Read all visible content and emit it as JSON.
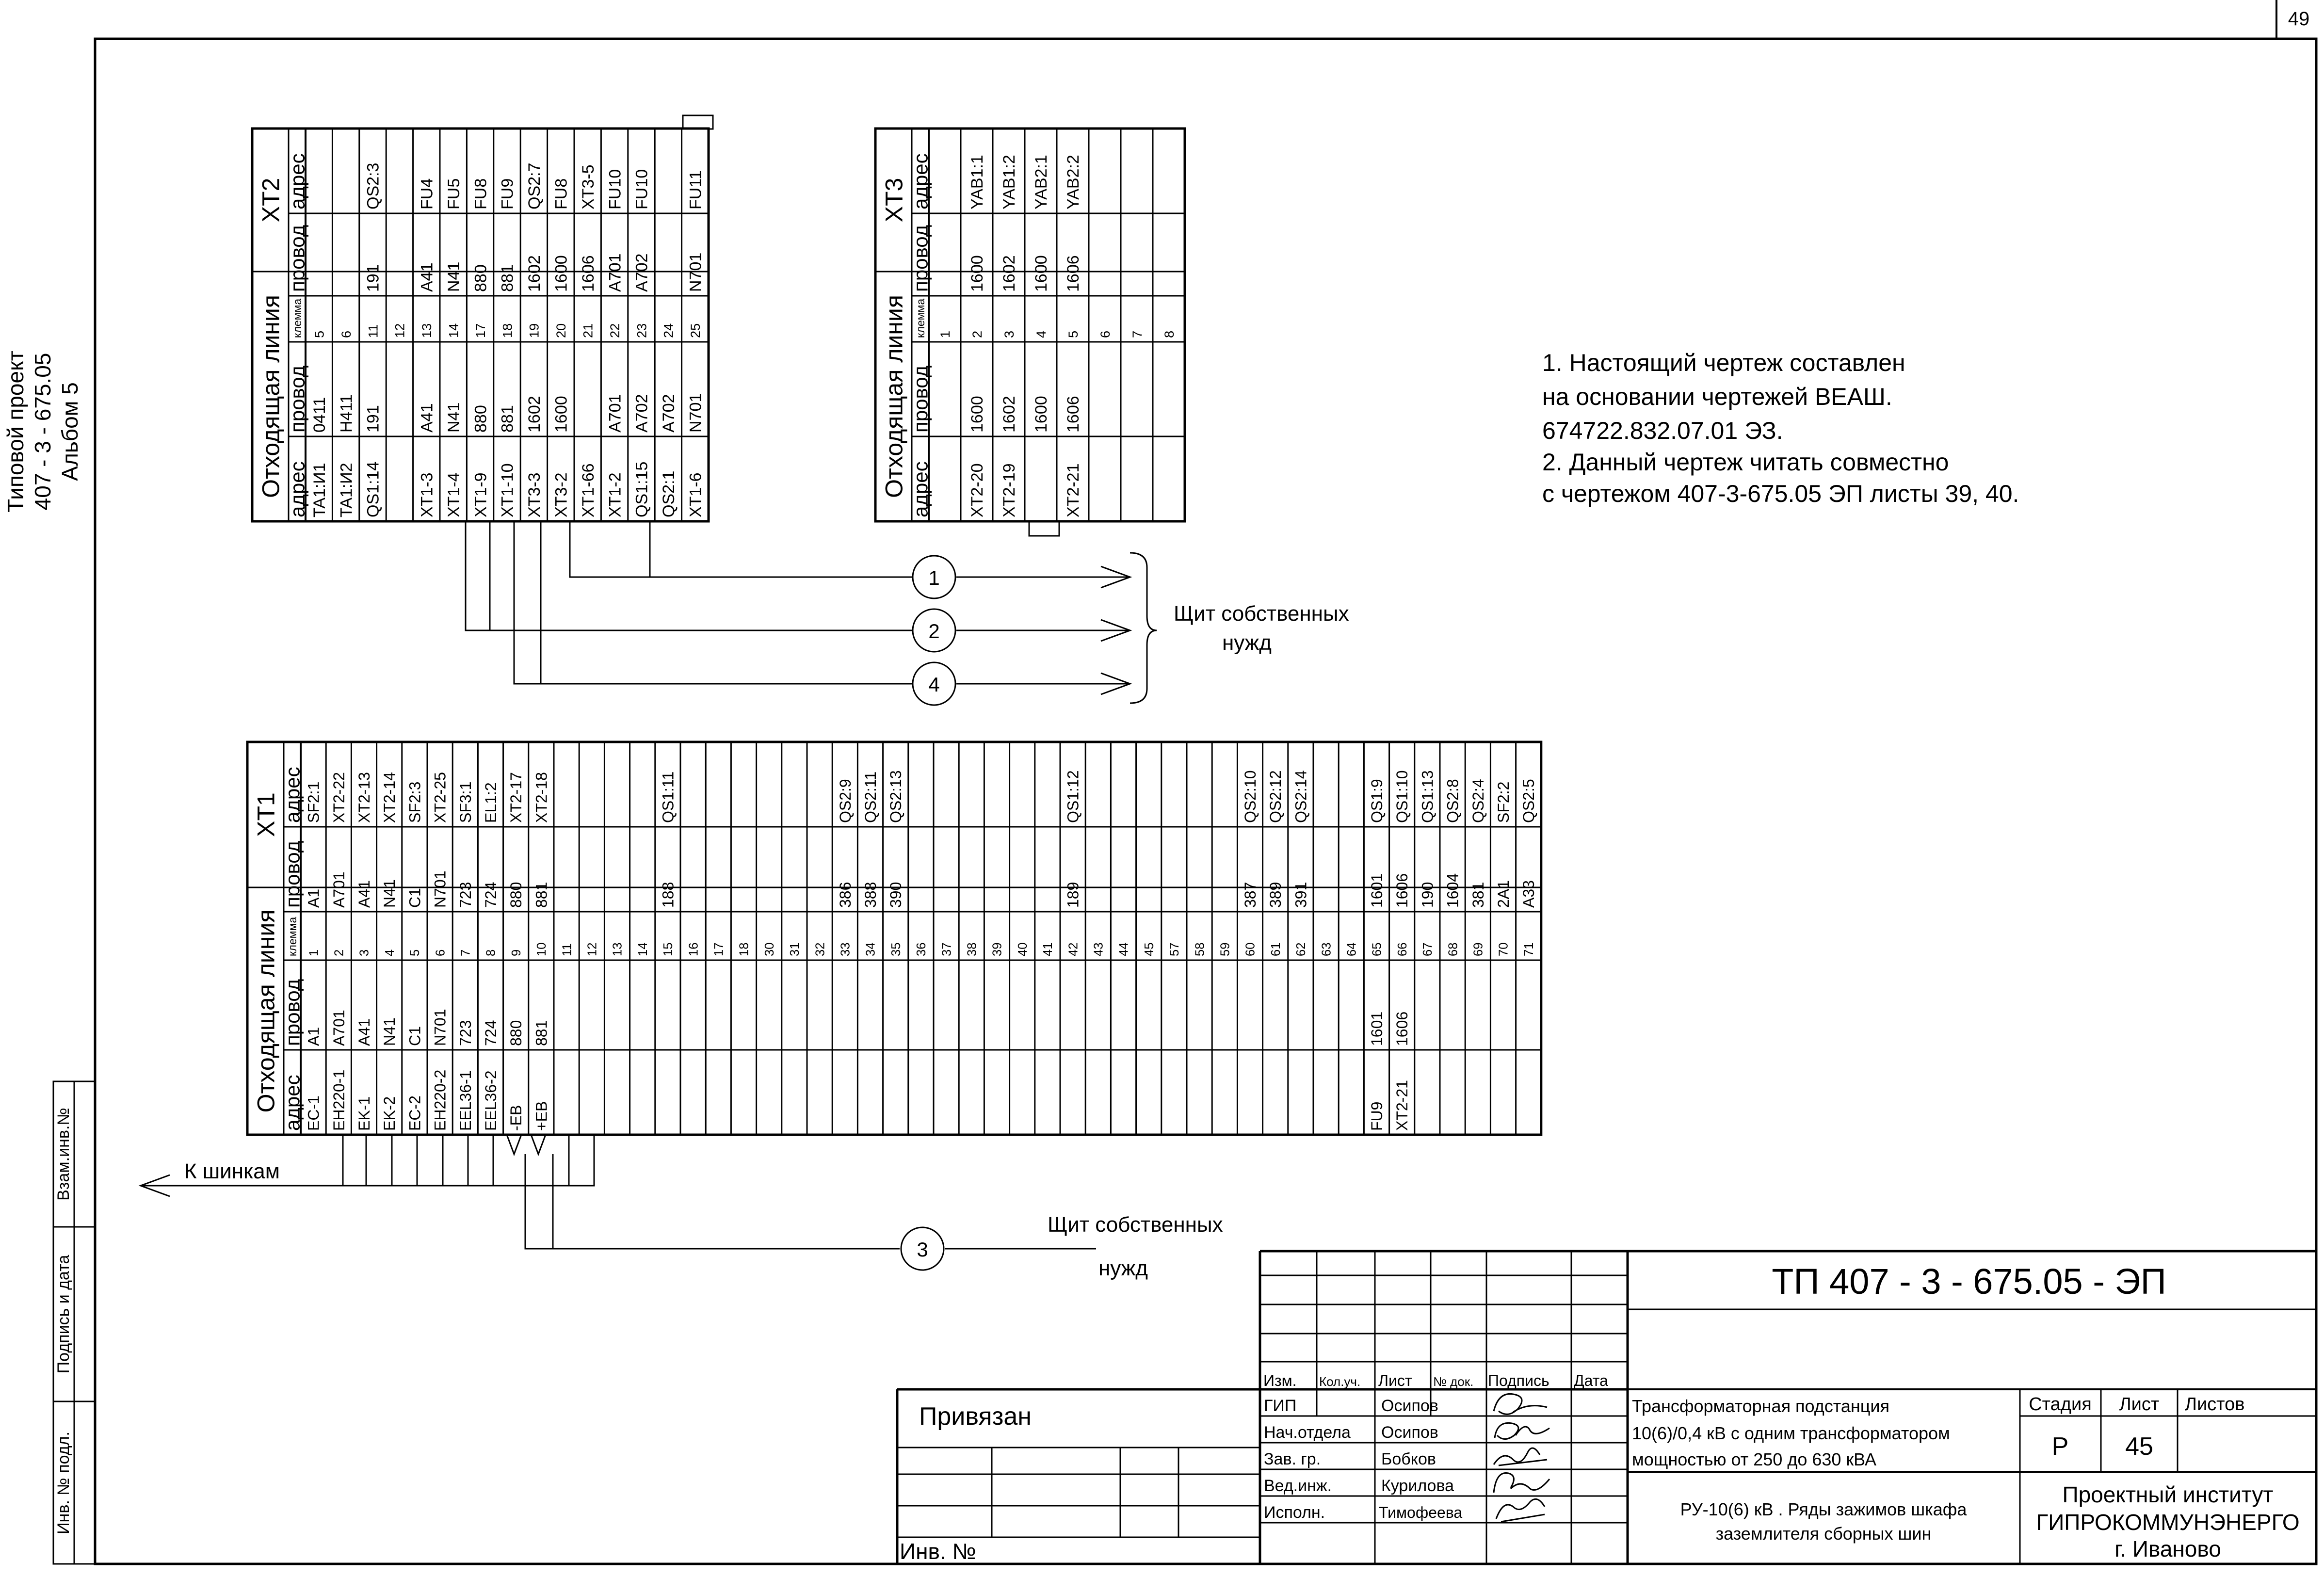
{
  "sheet_number": "49",
  "side_title": {
    "line1": "Типовой проект",
    "line2": "407 - 3 - 675.05",
    "line3": "Альбом  5"
  },
  "side_stamp": {
    "vzam": "Взам.инв.№",
    "podpis": "Подпись и дата",
    "inv": "Инв. № подл."
  },
  "common_headers": {
    "address": "адрес",
    "wire": "провод",
    "terminal": "клемма",
    "outgoing": "Отходящая линия"
  },
  "xt2": {
    "title": "XT2",
    "rows": [
      {
        "l_addr": "TA1:И1",
        "l_wire": "0411",
        "num": "5",
        "r_wire": "",
        "r_addr": ""
      },
      {
        "l_addr": "TA1:И2",
        "l_wire": "H411",
        "num": "6",
        "r_wire": "",
        "r_addr": ""
      },
      {
        "l_addr": "QS1:14",
        "l_wire": "191",
        "num": "11",
        "r_wire": "191",
        "r_addr": "QS2:3"
      },
      {
        "l_addr": "",
        "l_wire": "",
        "num": "12",
        "r_wire": "",
        "r_addr": ""
      },
      {
        "l_addr": "XT1-3",
        "l_wire": "A41",
        "num": "13",
        "r_wire": "A41",
        "r_addr": "FU4"
      },
      {
        "l_addr": "XT1-4",
        "l_wire": "N41",
        "num": "14",
        "r_wire": "N41",
        "r_addr": "FU5"
      },
      {
        "l_addr": "XT1-9",
        "l_wire": "880",
        "num": "17",
        "r_wire": "880",
        "r_addr": "FU8"
      },
      {
        "l_addr": "XT1-10",
        "l_wire": "881",
        "num": "18",
        "r_wire": "881",
        "r_addr": "FU9"
      },
      {
        "l_addr": "XT3-3",
        "l_wire": "1602",
        "num": "19",
        "r_wire": "1602",
        "r_addr": "QS2:7"
      },
      {
        "l_addr": "XT3-2",
        "l_wire": "1600",
        "num": "20",
        "r_wire": "1600",
        "r_addr": "FU8"
      },
      {
        "l_addr": "XT1-66",
        "l_wire": "",
        "num": "21",
        "r_wire": "1606",
        "r_addr": "XT3-5"
      },
      {
        "l_addr": "XT1-2",
        "l_wire": "A701",
        "num": "22",
        "r_wire": "A701",
        "r_addr": "FU10"
      },
      {
        "l_addr": "QS1:15",
        "l_wire": "A702",
        "num": "23",
        "r_wire": "A702",
        "r_addr": "FU10"
      },
      {
        "l_addr": "QS2:1",
        "l_wire": "A702",
        "num": "24",
        "r_wire": "",
        "r_addr": ""
      },
      {
        "l_addr": "XT1-6",
        "l_wire": "N701",
        "num": "25",
        "r_wire": "N701",
        "r_addr": "FU11"
      }
    ]
  },
  "xt3": {
    "title": "XT3",
    "rows": [
      {
        "l_addr": "",
        "l_wire": "",
        "num": "1",
        "r_wire": "",
        "r_addr": ""
      },
      {
        "l_addr": "XT2-20",
        "l_wire": "1600",
        "num": "2",
        "r_wire": "1600",
        "r_addr": "YAB1:1"
      },
      {
        "l_addr": "XT2-19",
        "l_wire": "1602",
        "num": "3",
        "r_wire": "1602",
        "r_addr": "YAB1:2"
      },
      {
        "l_addr": "",
        "l_wire": "1600",
        "num": "4",
        "r_wire": "1600",
        "r_addr": "YAB2:1"
      },
      {
        "l_addr": "XT2-21",
        "l_wire": "1606",
        "num": "5",
        "r_wire": "1606",
        "r_addr": "YAB2:2"
      },
      {
        "l_addr": "",
        "l_wire": "",
        "num": "6",
        "r_wire": "",
        "r_addr": ""
      },
      {
        "l_addr": "",
        "l_wire": "",
        "num": "7",
        "r_wire": "",
        "r_addr": ""
      },
      {
        "l_addr": "",
        "l_wire": "",
        "num": "8",
        "r_wire": "",
        "r_addr": ""
      }
    ]
  },
  "xt1": {
    "title": "XT1",
    "rows": [
      {
        "l_addr": "EC-1",
        "l_wire": "A1",
        "num": "1",
        "r_wire": "A1",
        "r_addr": "SF2:1"
      },
      {
        "l_addr": "EH220-1",
        "l_wire": "A701",
        "num": "2",
        "r_wire": "A701",
        "r_addr": "XT2-22"
      },
      {
        "l_addr": "EK-1",
        "l_wire": "A41",
        "num": "3",
        "r_wire": "A41",
        "r_addr": "XT2-13"
      },
      {
        "l_addr": "EK-2",
        "l_wire": "N41",
        "num": "4",
        "r_wire": "N41",
        "r_addr": "XT2-14"
      },
      {
        "l_addr": "EC-2",
        "l_wire": "C1",
        "num": "5",
        "r_wire": "C1",
        "r_addr": "SF2:3"
      },
      {
        "l_addr": "EH220-2",
        "l_wire": "N701",
        "num": "6",
        "r_wire": "N701",
        "r_addr": "XT2-25"
      },
      {
        "l_addr": "EEL36-1",
        "l_wire": "723",
        "num": "7",
        "r_wire": "723",
        "r_addr": "SF3:1"
      },
      {
        "l_addr": "EEL36-2",
        "l_wire": "724",
        "num": "8",
        "r_wire": "724",
        "r_addr": "EL1:2"
      },
      {
        "l_addr": "-EB",
        "l_wire": "880",
        "num": "9",
        "r_wire": "880",
        "r_addr": "XT2-17"
      },
      {
        "l_addr": "+EB",
        "l_wire": "881",
        "num": "10",
        "r_wire": "881",
        "r_addr": "XT2-18"
      },
      {
        "l_addr": "",
        "l_wire": "",
        "num": "11",
        "r_wire": "",
        "r_addr": ""
      },
      {
        "l_addr": "",
        "l_wire": "",
        "num": "12",
        "r_wire": "",
        "r_addr": ""
      },
      {
        "l_addr": "",
        "l_wire": "",
        "num": "13",
        "r_wire": "",
        "r_addr": ""
      },
      {
        "l_addr": "",
        "l_wire": "",
        "num": "14",
        "r_wire": "",
        "r_addr": ""
      },
      {
        "l_addr": "",
        "l_wire": "",
        "num": "15",
        "r_wire": "188",
        "r_addr": "QS1:11"
      },
      {
        "l_addr": "",
        "l_wire": "",
        "num": "16",
        "r_wire": "",
        "r_addr": ""
      },
      {
        "l_addr": "",
        "l_wire": "",
        "num": "17",
        "r_wire": "",
        "r_addr": ""
      },
      {
        "l_addr": "",
        "l_wire": "",
        "num": "18",
        "r_wire": "",
        "r_addr": ""
      },
      {
        "l_addr": "",
        "l_wire": "",
        "num": "30",
        "r_wire": "",
        "r_addr": ""
      },
      {
        "l_addr": "",
        "l_wire": "",
        "num": "31",
        "r_wire": "",
        "r_addr": ""
      },
      {
        "l_addr": "",
        "l_wire": "",
        "num": "32",
        "r_wire": "",
        "r_addr": ""
      },
      {
        "l_addr": "",
        "l_wire": "",
        "num": "33",
        "r_wire": "386",
        "r_addr": "QS2:9"
      },
      {
        "l_addr": "",
        "l_wire": "",
        "num": "34",
        "r_wire": "388",
        "r_addr": "QS2:11"
      },
      {
        "l_addr": "",
        "l_wire": "",
        "num": "35",
        "r_wire": "390",
        "r_addr": "QS2:13"
      },
      {
        "l_addr": "",
        "l_wire": "",
        "num": "36",
        "r_wire": "",
        "r_addr": ""
      },
      {
        "l_addr": "",
        "l_wire": "",
        "num": "37",
        "r_wire": "",
        "r_addr": ""
      },
      {
        "l_addr": "",
        "l_wire": "",
        "num": "38",
        "r_wire": "",
        "r_addr": ""
      },
      {
        "l_addr": "",
        "l_wire": "",
        "num": "39",
        "r_wire": "",
        "r_addr": ""
      },
      {
        "l_addr": "",
        "l_wire": "",
        "num": "40",
        "r_wire": "",
        "r_addr": ""
      },
      {
        "l_addr": "",
        "l_wire": "",
        "num": "41",
        "r_wire": "",
        "r_addr": ""
      },
      {
        "l_addr": "",
        "l_wire": "",
        "num": "42",
        "r_wire": "189",
        "r_addr": "QS1:12"
      },
      {
        "l_addr": "",
        "l_wire": "",
        "num": "43",
        "r_wire": "",
        "r_addr": ""
      },
      {
        "l_addr": "",
        "l_wire": "",
        "num": "44",
        "r_wire": "",
        "r_addr": ""
      },
      {
        "l_addr": "",
        "l_wire": "",
        "num": "45",
        "r_wire": "",
        "r_addr": ""
      },
      {
        "l_addr": "",
        "l_wire": "",
        "num": "57",
        "r_wire": "",
        "r_addr": ""
      },
      {
        "l_addr": "",
        "l_wire": "",
        "num": "58",
        "r_wire": "",
        "r_addr": ""
      },
      {
        "l_addr": "",
        "l_wire": "",
        "num": "59",
        "r_wire": "",
        "r_addr": ""
      },
      {
        "l_addr": "",
        "l_wire": "",
        "num": "60",
        "r_wire": "387",
        "r_addr": "QS2:10"
      },
      {
        "l_addr": "",
        "l_wire": "",
        "num": "61",
        "r_wire": "389",
        "r_addr": "QS2:12"
      },
      {
        "l_addr": "",
        "l_wire": "",
        "num": "62",
        "r_wire": "391",
        "r_addr": "QS2:14"
      },
      {
        "l_addr": "",
        "l_wire": "",
        "num": "63",
        "r_wire": "",
        "r_addr": ""
      },
      {
        "l_addr": "",
        "l_wire": "",
        "num": "64",
        "r_wire": "",
        "r_addr": ""
      },
      {
        "l_addr": "FU9",
        "l_wire": "1601",
        "num": "65",
        "r_wire": "1601",
        "r_addr": "QS1:9"
      },
      {
        "l_addr": "XT2-21",
        "l_wire": "1606",
        "num": "66",
        "r_wire": "1606",
        "r_addr": "QS1:10"
      },
      {
        "l_addr": "",
        "l_wire": "",
        "num": "67",
        "r_wire": "190",
        "r_addr": "QS1:13"
      },
      {
        "l_addr": "",
        "l_wire": "",
        "num": "68",
        "r_wire": "1604",
        "r_addr": "QS2:8"
      },
      {
        "l_addr": "",
        "l_wire": "",
        "num": "69",
        "r_wire": "381",
        "r_addr": "QS2:4"
      },
      {
        "l_addr": "",
        "l_wire": "",
        "num": "70",
        "r_wire": "2A1",
        "r_addr": "SF2:2"
      },
      {
        "l_addr": "",
        "l_wire": "",
        "num": "71",
        "r_wire": "A33",
        "r_addr": "QS2:5"
      }
    ]
  },
  "circles": [
    "1",
    "2",
    "4",
    "3"
  ],
  "labels": {
    "shchit_top1": "Щит собственных",
    "shchit_top2": "нужд",
    "shchit_bot1": "Щит собственных",
    "shchit_bot2": "нужд",
    "k_shinkam": "К шинкам"
  },
  "notes": [
    "1. Настоящий чертеж составлен",
    "на основании чертежей ВЕАШ.",
    "674722.832.07.01 ЭЗ.",
    "2. Данный чертеж читать совместно",
    "с чертежом 407-3-675.05 ЭП листы 39, 40."
  ],
  "title_block": {
    "code": "ТП  407 - 3 - 675.05 - ЭП",
    "privyazan": "Привязан",
    "inv_no": "Инв. №",
    "hdr": [
      "Изм.",
      "Кол.уч.",
      "Лист",
      "№ док.",
      "Подпись",
      "Дата"
    ],
    "roles": [
      "ГИП",
      "Нач.отдела",
      "Зав. гр.",
      "Вед.инж.",
      "Исполн."
    ],
    "names": [
      "Осипов",
      "Осипов",
      "Бобков",
      "Курилова",
      "Тимофеева"
    ],
    "object": [
      "Трансформаторная подстанция",
      "10(6)/0,4 кВ с одним трансформатором",
      "мощностью от 250 до 630 кВА"
    ],
    "drawing": [
      "РУ-10(6) кВ . Ряды зажимов шкафа",
      "заземлителя сборных шин"
    ],
    "stage_label": "Стадия",
    "list_label": "Лист",
    "lists_label": "Листов",
    "stage": "Р",
    "list": "45",
    "org": [
      "Проектный институт",
      "ГИПРОКОММУНЭНЕРГО",
      "г. Иваново"
    ]
  }
}
